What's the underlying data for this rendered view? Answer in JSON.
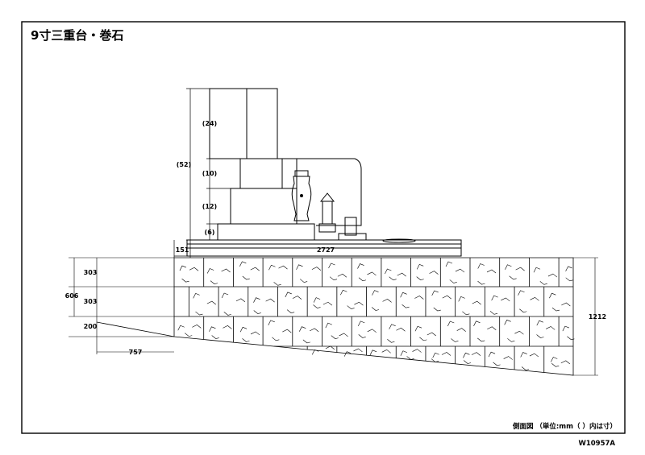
{
  "title": "9寸三重台・巻石",
  "dimensions": {
    "stone_total": "(52)",
    "stone_top": "(24)",
    "tier1": "(10)",
    "tier2": "(12)",
    "tier3": "(6)",
    "edge_width": "151",
    "base_width": "2727",
    "course_upper": "303",
    "course_middle": "303",
    "course_lower": "200",
    "wall_left_total": "606",
    "slope_offset": "757",
    "wall_right_total": "1212"
  },
  "caption": "側面図 （単位:mm（ ）内は寸）",
  "drawing_code": "W10957A",
  "colors": {
    "line": "#000000",
    "background": "#ffffff"
  }
}
